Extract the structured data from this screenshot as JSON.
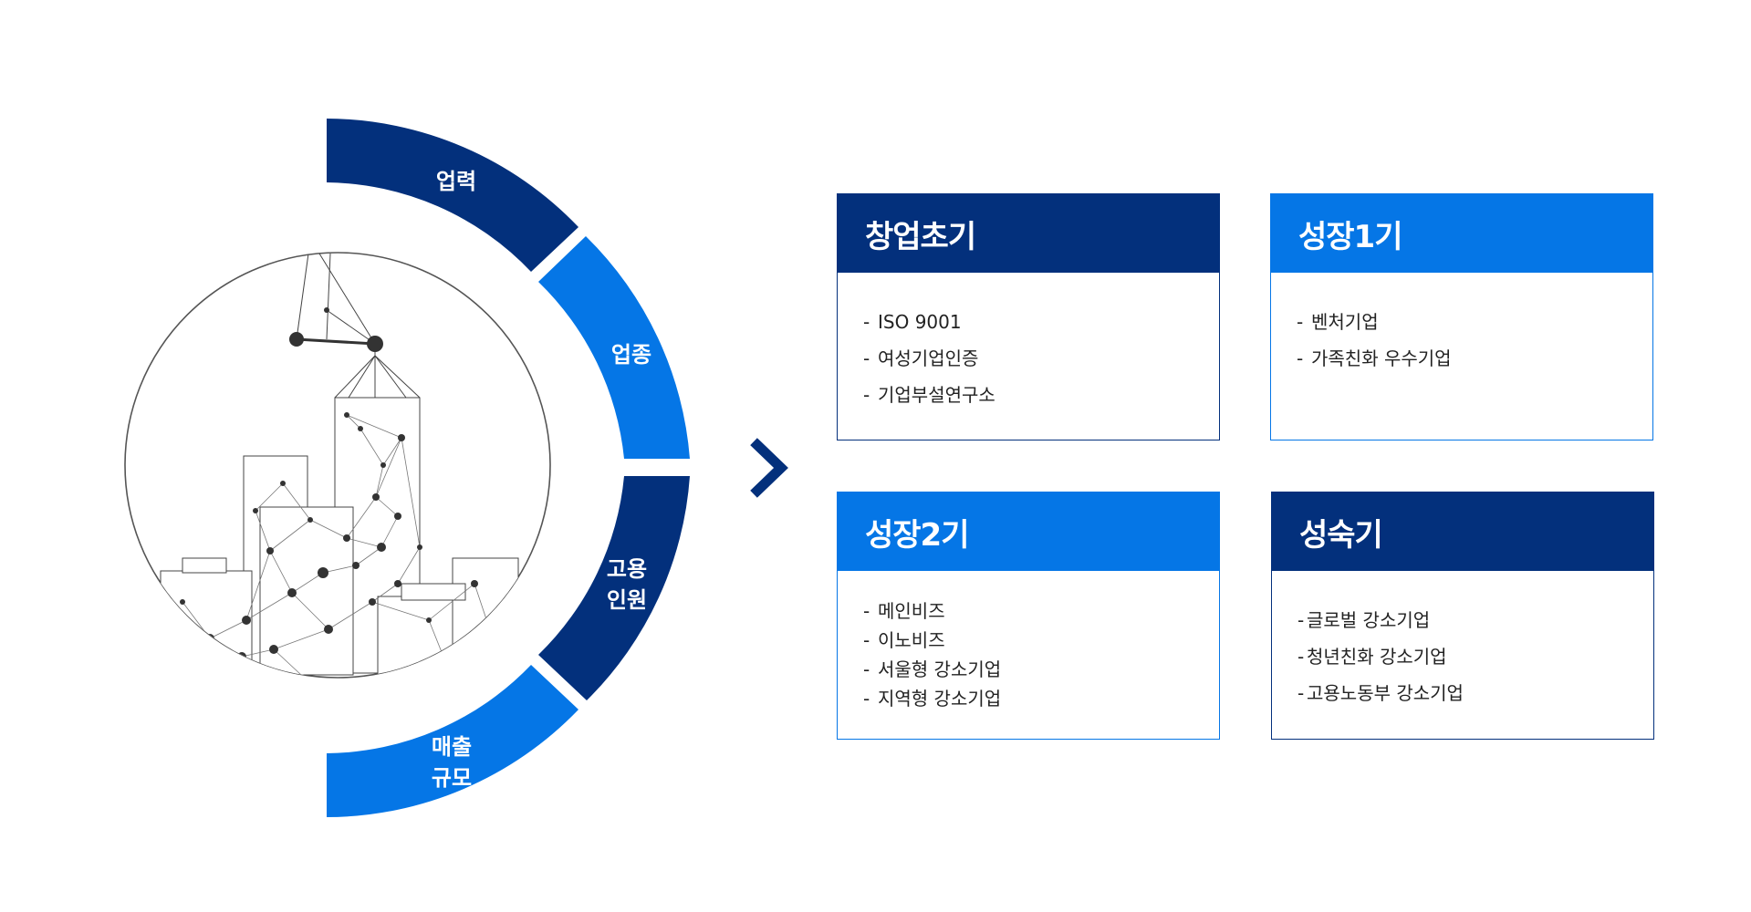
{
  "ring_segments": [
    {
      "id": "output",
      "lines": [
        "업력"
      ],
      "color": "#03307c"
    },
    {
      "id": "industry",
      "lines": [
        "업종"
      ],
      "color": "#0576e6"
    },
    {
      "id": "employment",
      "lines": [
        "고용",
        "인원"
      ],
      "color": "#03307c"
    },
    {
      "id": "revenue",
      "lines": [
        "매출",
        "규모"
      ],
      "color": "#0576e6"
    }
  ],
  "arrow_icon": "chevron-right-icon",
  "illustration_icon": "network-city-illustration",
  "colors": {
    "navy": "#03307c",
    "blue": "#0576e6"
  },
  "cards": [
    {
      "id": "startup",
      "title": "창업초기",
      "items": [
        "ISO 9001",
        "여성기업인증",
        "기업부설연구소"
      ]
    },
    {
      "id": "growth1",
      "title": "성장1기",
      "items": [
        "벤처기업",
        "가족친화 우수기업"
      ]
    },
    {
      "id": "growth2",
      "title": "성장2기",
      "items": [
        "메인비즈",
        "이노비즈",
        "서울형 강소기업",
        "지역형 강소기업"
      ]
    },
    {
      "id": "mature",
      "title": "성숙기",
      "items": [
        "글로벌 강소기업",
        "청년친화 강소기업",
        "고용노동부 강소기업"
      ]
    }
  ]
}
